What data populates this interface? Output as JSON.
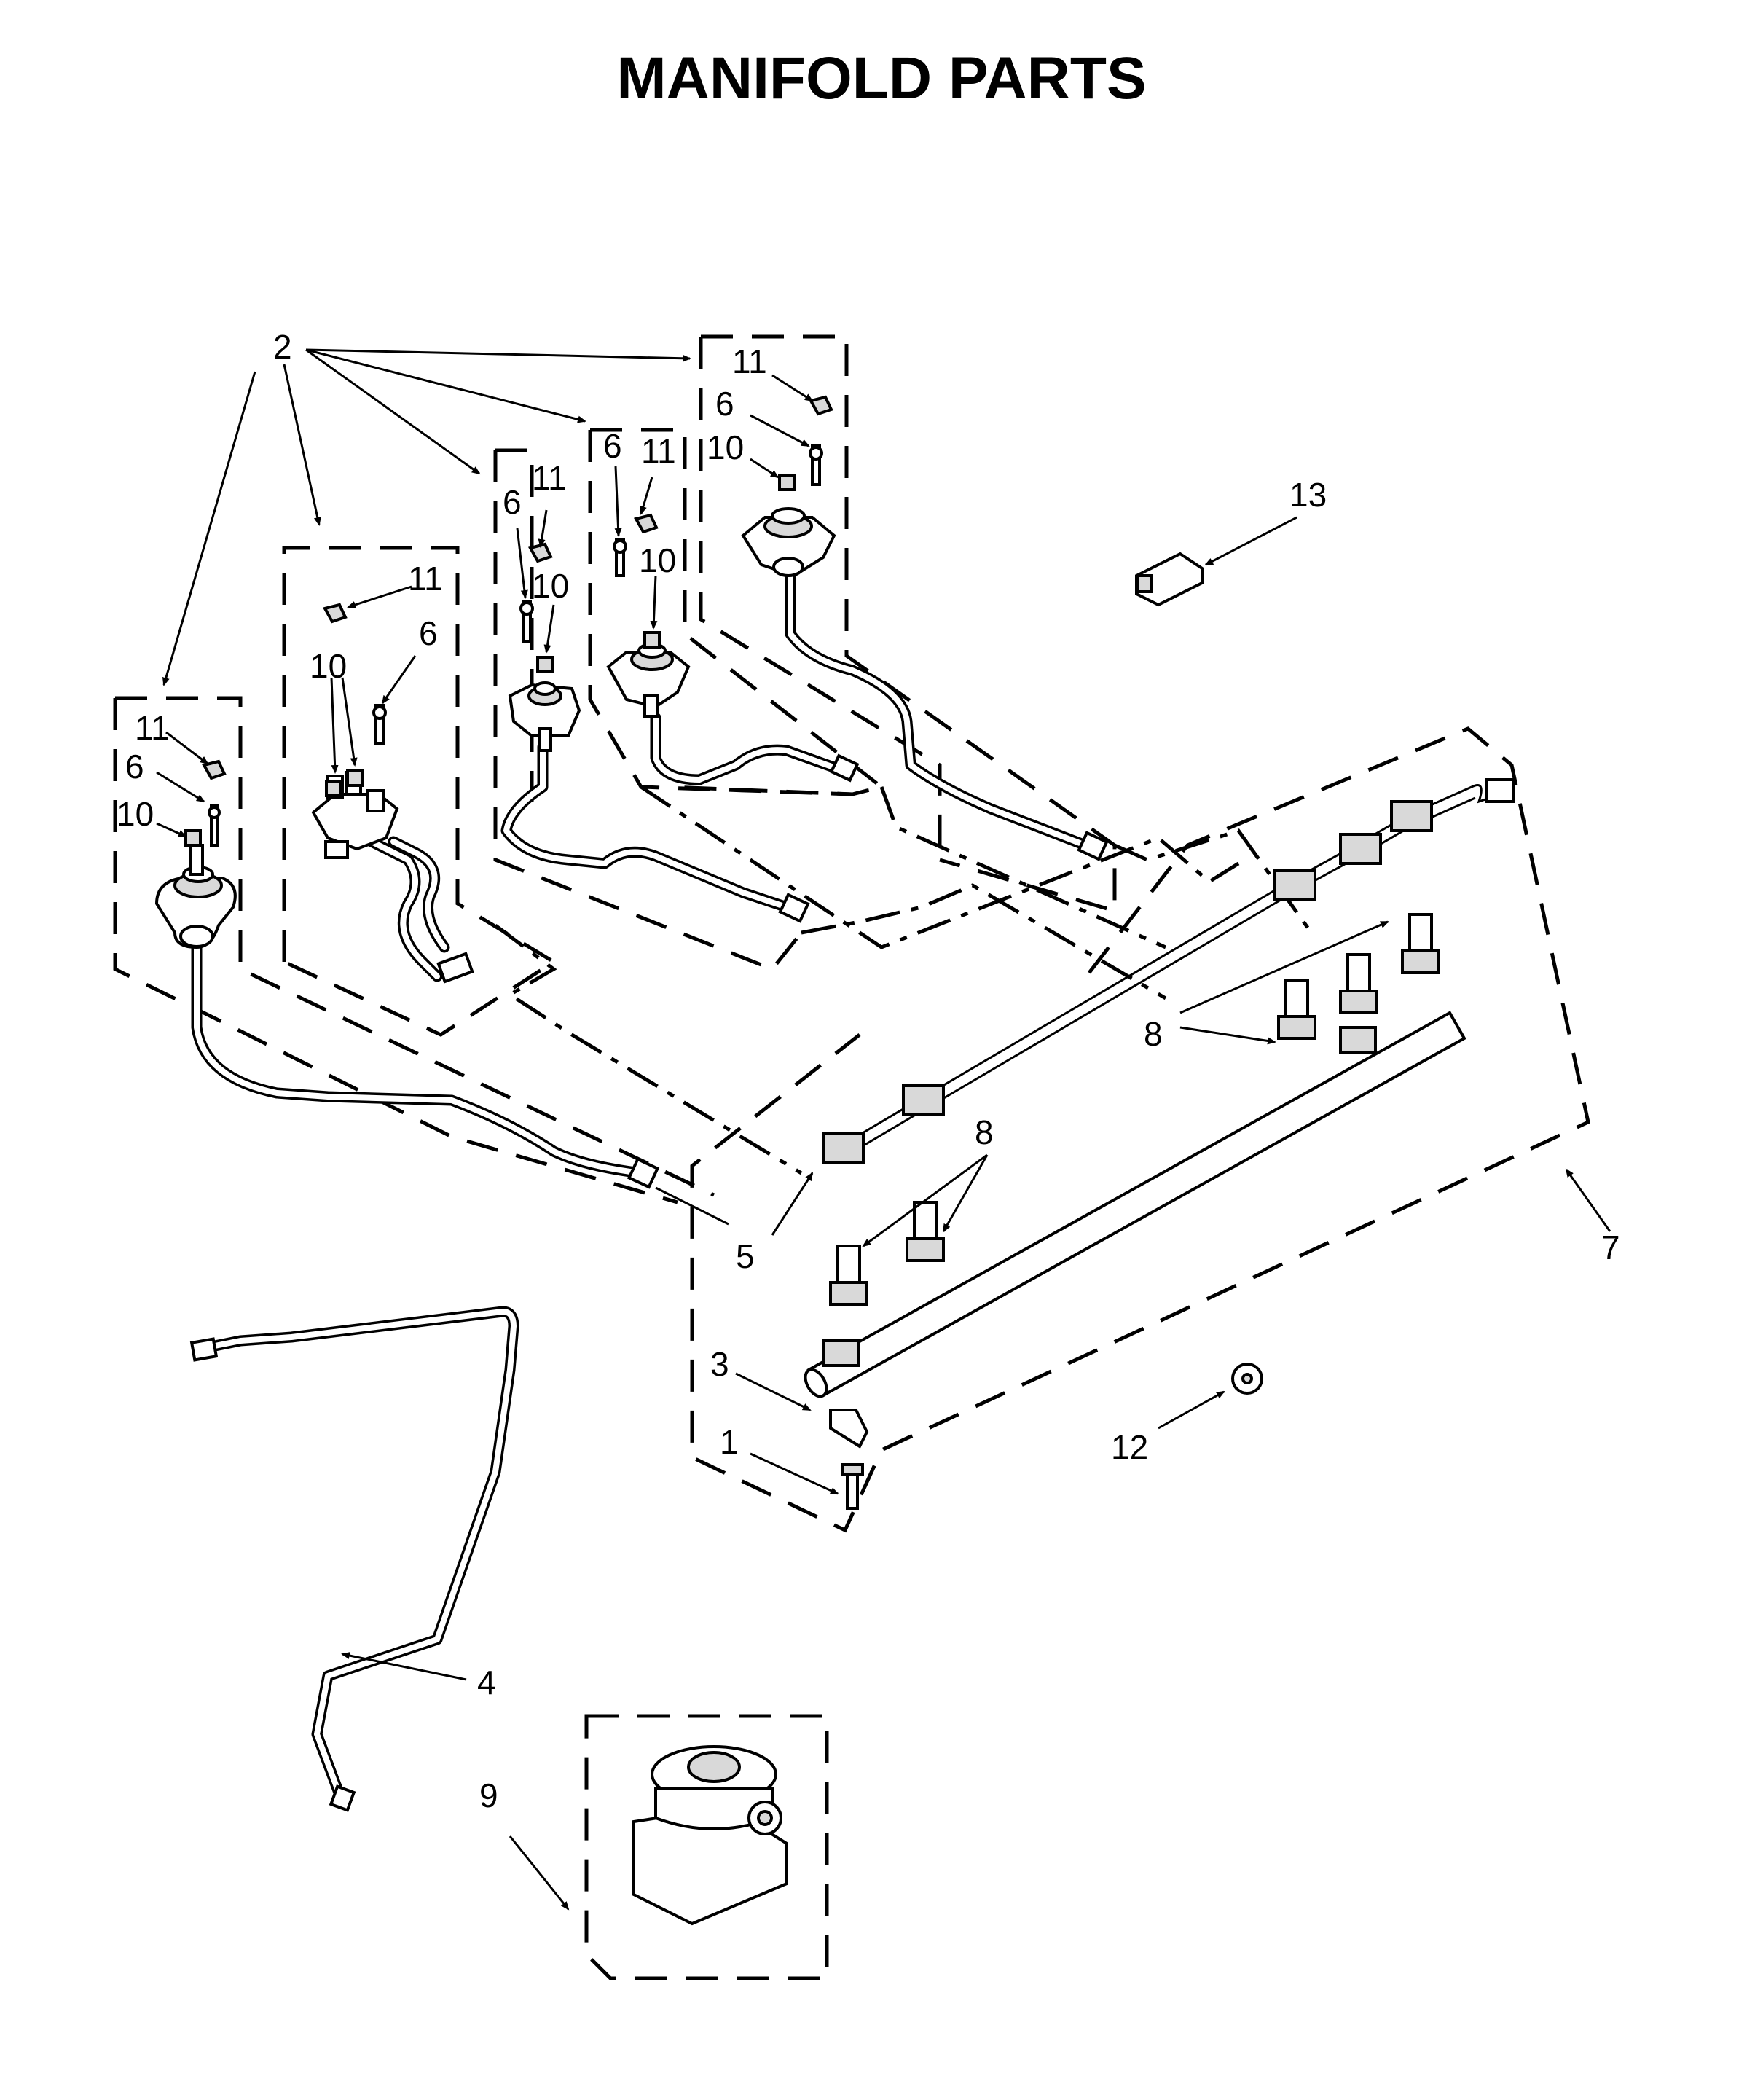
{
  "title": "MANIFOLD PARTS",
  "callouts": [
    {
      "key": "c2",
      "text": "2"
    },
    {
      "key": "c11a",
      "text": "11"
    },
    {
      "key": "c6a",
      "text": "6"
    },
    {
      "key": "c10a",
      "text": "10"
    },
    {
      "key": "c6b",
      "text": "6"
    },
    {
      "key": "c11b",
      "text": "11"
    },
    {
      "key": "c10b",
      "text": "10"
    },
    {
      "key": "c11c",
      "text": "11"
    },
    {
      "key": "c6c",
      "text": "6"
    },
    {
      "key": "c10c",
      "text": "10"
    },
    {
      "key": "c11d",
      "text": "11"
    },
    {
      "key": "c10d",
      "text": "10"
    },
    {
      "key": "c6d",
      "text": "6"
    },
    {
      "key": "c11e",
      "text": "11"
    },
    {
      "key": "c6e",
      "text": "6"
    },
    {
      "key": "c10e",
      "text": "10"
    },
    {
      "key": "c13",
      "text": "13"
    },
    {
      "key": "c8a",
      "text": "8"
    },
    {
      "key": "c8b",
      "text": "8"
    },
    {
      "key": "c5",
      "text": "5"
    },
    {
      "key": "c7",
      "text": "7"
    },
    {
      "key": "c3",
      "text": "3"
    },
    {
      "key": "c1",
      "text": "1"
    },
    {
      "key": "c12",
      "text": "12"
    },
    {
      "key": "c4",
      "text": "4"
    },
    {
      "key": "c9",
      "text": "9"
    }
  ]
}
